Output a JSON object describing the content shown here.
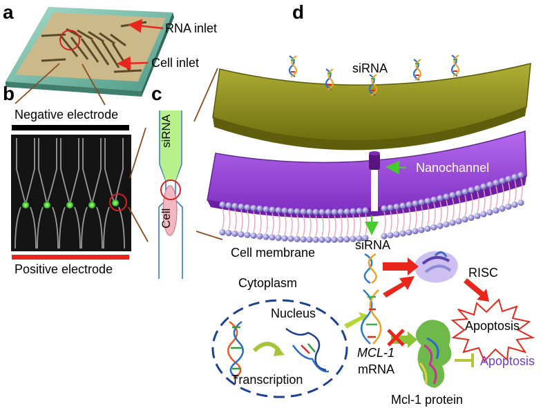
{
  "panels": {
    "a": "a",
    "b": "b",
    "c": "c",
    "d": "d"
  },
  "panel_a": {
    "rna_inlet": "RNA inlet",
    "cell_inlet": "Cell inlet"
  },
  "panel_b": {
    "negative": "Negative electrode",
    "positive": "Positive electrode"
  },
  "panel_c": {
    "cell": "Cell",
    "sirna": "siRNA"
  },
  "panel_d": {
    "sirna_top": "siRNA",
    "nanochannel": "Nanochannel",
    "cell_membrane": "Cell membrane",
    "sirna_mid": "siRNA",
    "risc": "RISC",
    "cytoplasm": "Cytoplasm",
    "nucleus": "Nucleus",
    "transcription": "Transcription",
    "mcl1": "MCL-1",
    "mrna": "mRNA",
    "apoptosis_burst": "Apoptosis",
    "apoptosis_inhibited": "Apoptosis",
    "mcl1_protein": "Mcl-1 protein"
  },
  "colors": {
    "arrow_red": "#e8261c",
    "arrow_green": "#45cc2a",
    "nanochannel_text": "#ffffff",
    "apoptosis_purple": "#6a3fc8",
    "burst_red": "#e8261c",
    "nucleus_dash": "#1d3f8f",
    "top_plate": "#8f8f1a",
    "membrane_plate": "#8d3ad0",
    "negative_bar": "#000000",
    "positive_bar": "#e8261c"
  }
}
